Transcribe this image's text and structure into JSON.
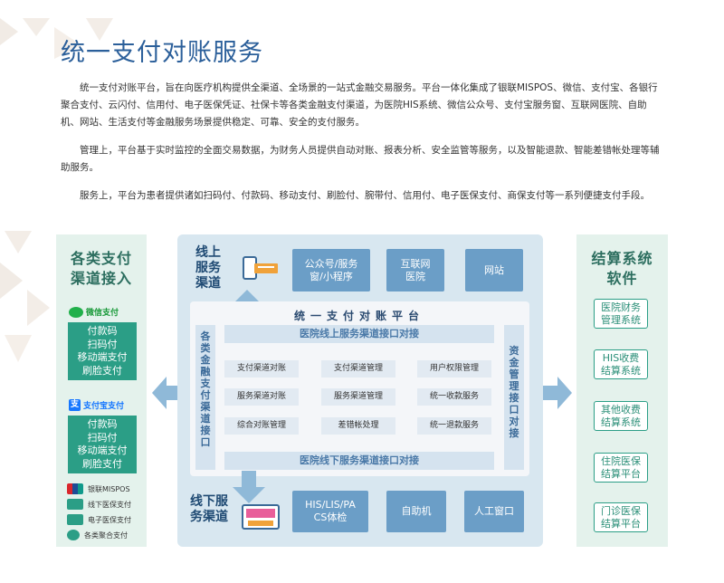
{
  "title": "统一支付对账服务",
  "paragraphs": [
    "统一支付对账平台，旨在向医疗机构提供全渠道、全场景的一站式金融交易服务。平台一体化集成了银联MISPOS、微信、支付宝、各银行聚合支付、云闪付、信用付、电子医保凭证、社保卡等各类金融支付渠道，为医院HIS系统、微信公众号、支付宝服务窗、互联网医院、自助机、网站、生活支付等金融服务场景提供稳定、可靠、安全的支付服务。",
    "管理上，平台基于实时监控的全面交易数据，为财务人员提供自动对账、报表分析、安全监管等服务，以及智能退款、智能差错帐处理等辅助服务。",
    "服务上，平台为患者提供诸如扫码付、付款码、移动支付、刷脸付、腕带付、信用付、电子医保支付、商保支付等一系列便捷支付手段。"
  ],
  "left_panel": {
    "title_line1": "各类支付",
    "title_line2": "渠道接入",
    "wechat": {
      "label": "微信支付",
      "items": [
        "付款码",
        "扫码付",
        "移动端支付",
        "刷脸支付"
      ]
    },
    "alipay": {
      "label": "支付宝支付",
      "items": [
        "付款码",
        "扫码付",
        "移动端支付",
        "刷脸支付"
      ]
    },
    "others": [
      "银联MISPOS",
      "线下医保支付",
      "电子医保支付",
      "各类聚合支付"
    ]
  },
  "right_panel": {
    "title_line1": "结算系统",
    "title_line2": "软件",
    "items": [
      [
        "医院财务",
        "管理系统"
      ],
      [
        "HIS收费",
        "结算系统"
      ],
      [
        "其他收费",
        "结算系统"
      ],
      [
        "住院医保",
        "结算平台"
      ],
      [
        "门诊医保",
        "结算平台"
      ]
    ]
  },
  "center": {
    "online": {
      "label": [
        "线上",
        "服务",
        "渠道"
      ],
      "boxes": [
        [
          "公众号/服务",
          "窗/小程序"
        ],
        [
          "互联网",
          "医院"
        ],
        [
          "网站"
        ]
      ]
    },
    "platform_title": "统一支付对账平台",
    "top_bar": "医院线上服务渠道接口对接",
    "bottom_bar": "医院线下服务渠道接口对接",
    "left_vbar": "各类金融支付渠道接口",
    "right_vbar": "资金管理接口对接",
    "grid": [
      [
        "支付渠道对账",
        "支付渠道管理",
        "用户权限管理"
      ],
      [
        "服务渠道对账",
        "服务渠道管理",
        "统一收款服务"
      ],
      [
        "综合对账管理",
        "差错帐处理",
        "统一退款服务"
      ]
    ],
    "offline": {
      "label": [
        "线下服",
        "务渠道"
      ],
      "boxes": [
        [
          "HIS/LIS/PA",
          "CS体检"
        ],
        [
          "自助机"
        ],
        [
          "人工窗口"
        ]
      ]
    }
  },
  "colors": {
    "title": "#2b5f9a",
    "green_panel": "#e4f2ec",
    "green_box": "#2b9e86",
    "blue_box": "#6b9ec7",
    "center_bg": "#d8e7f0",
    "arrow": "#8fb9d8"
  }
}
